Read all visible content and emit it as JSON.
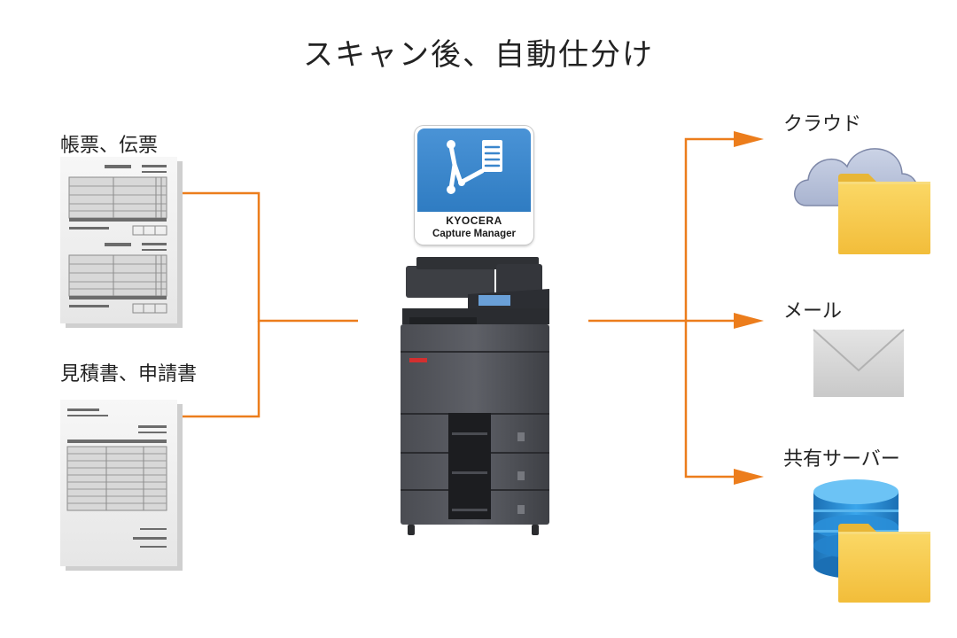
{
  "title": "スキャン後、自動仕分け",
  "inputs": {
    "forms_label": "帳票、伝票",
    "estimates_label": "見積書、申請書"
  },
  "app_badge": {
    "brand": "KYOCERA",
    "product": "Capture Manager"
  },
  "outputs": {
    "cloud_label": "クラウド",
    "mail_label": "メール",
    "server_label": "共有サーバー"
  },
  "colors": {
    "connector": "#ec7d1c",
    "badge_blue": "#3a86cc",
    "folder_yellow": "#f6c74a",
    "cloud": "#b4bfd9",
    "database": "#2a8fd8"
  },
  "icons": {
    "mfp": "printer-icon",
    "cloud": "cloud-icon",
    "mail": "envelope-icon",
    "server": "database-icon",
    "folder": "folder-icon",
    "document": "document-icon"
  }
}
